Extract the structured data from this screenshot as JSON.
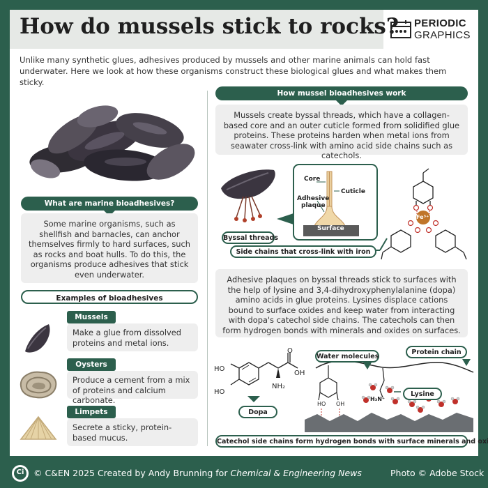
{
  "title": "How do mussels stick to rocks?",
  "logo": {
    "line1": "PERIODIC",
    "line2": "GRAPHICS"
  },
  "intro": "Unlike many synthetic glues, adhesives produced by mussels and other marine animals can hold fast underwater. Here we look at how these organisms construct these biological glues and what makes them sticky.",
  "left": {
    "what_heading": "What are marine bioadhesives?",
    "what_text": "Some marine organisms, such as shellfish and barnacles, can anchor themselves firmly to hard surfaces, such as rocks and boat hulls. To do this, the organisms produce adhesives that stick even underwater.",
    "examples_heading": "Examples of bioadhesives",
    "examples": [
      {
        "name": "Mussels",
        "text": "Make a glue from dissolved proteins and metal ions."
      },
      {
        "name": "Oysters",
        "text": "Produce a cement from a mix of proteins and calcium carbonate."
      },
      {
        "name": "Limpets",
        "text": "Secrete a sticky, protein-based mucus."
      }
    ]
  },
  "right": {
    "heading": "How mussel bioadhesives work",
    "box1": "Mussels create byssal threads, which have a collagen-based core and an outer cuticle formed from solidified glue proteins. These proteins harden when metal ions from seawater cross-link with amino acid side chains such as catechols.",
    "diagram1": {
      "core": "Core",
      "cuticle": "Cuticle",
      "adhesive": "Adhesive",
      "plaque": "plaque",
      "surface": "Surface",
      "byssal": "Byssal threads",
      "fe": "Fe³⁺",
      "crosslink": "Side chains that cross-link with iron"
    },
    "box2": "Adhesive plaques on byssal threads stick to surfaces with the help of lysine and 3,4-dihydroxyphenylalanine (dopa) amino acids in glue proteins. Lysines displace cations bound to surface oxides and keep water from interacting with dopa's catechol side chains. The catechols can then form hydrogen bonds with minerals and oxides on surfaces.",
    "diagram2": {
      "ho1": "HO",
      "ho2": "HO",
      "oh": "OH",
      "o": "O",
      "nh2": "NH₂",
      "dopa": "Dopa",
      "water": "Water molecules",
      "protein": "Protein chain",
      "lysine": "Lysine",
      "h3n": "H₃N⁺",
      "ho3": "HO",
      "oh2": "OH",
      "bottom": "Catechol side chains form hydrogen bonds with surface minerals and oxides"
    }
  },
  "footer": {
    "copyright": "© C&EN 2025 Created by Andy Brunning for ",
    "journal": "Chemical & Engineering News",
    "photo": "Photo © Adobe Stock",
    "ci": "Ci"
  },
  "colors": {
    "green": "#2c5f4d",
    "shell_dark": "#3b3540",
    "oyster": "#c8bca6",
    "limpet": "#e6d3a6",
    "oxygen": "#c0302a"
  }
}
